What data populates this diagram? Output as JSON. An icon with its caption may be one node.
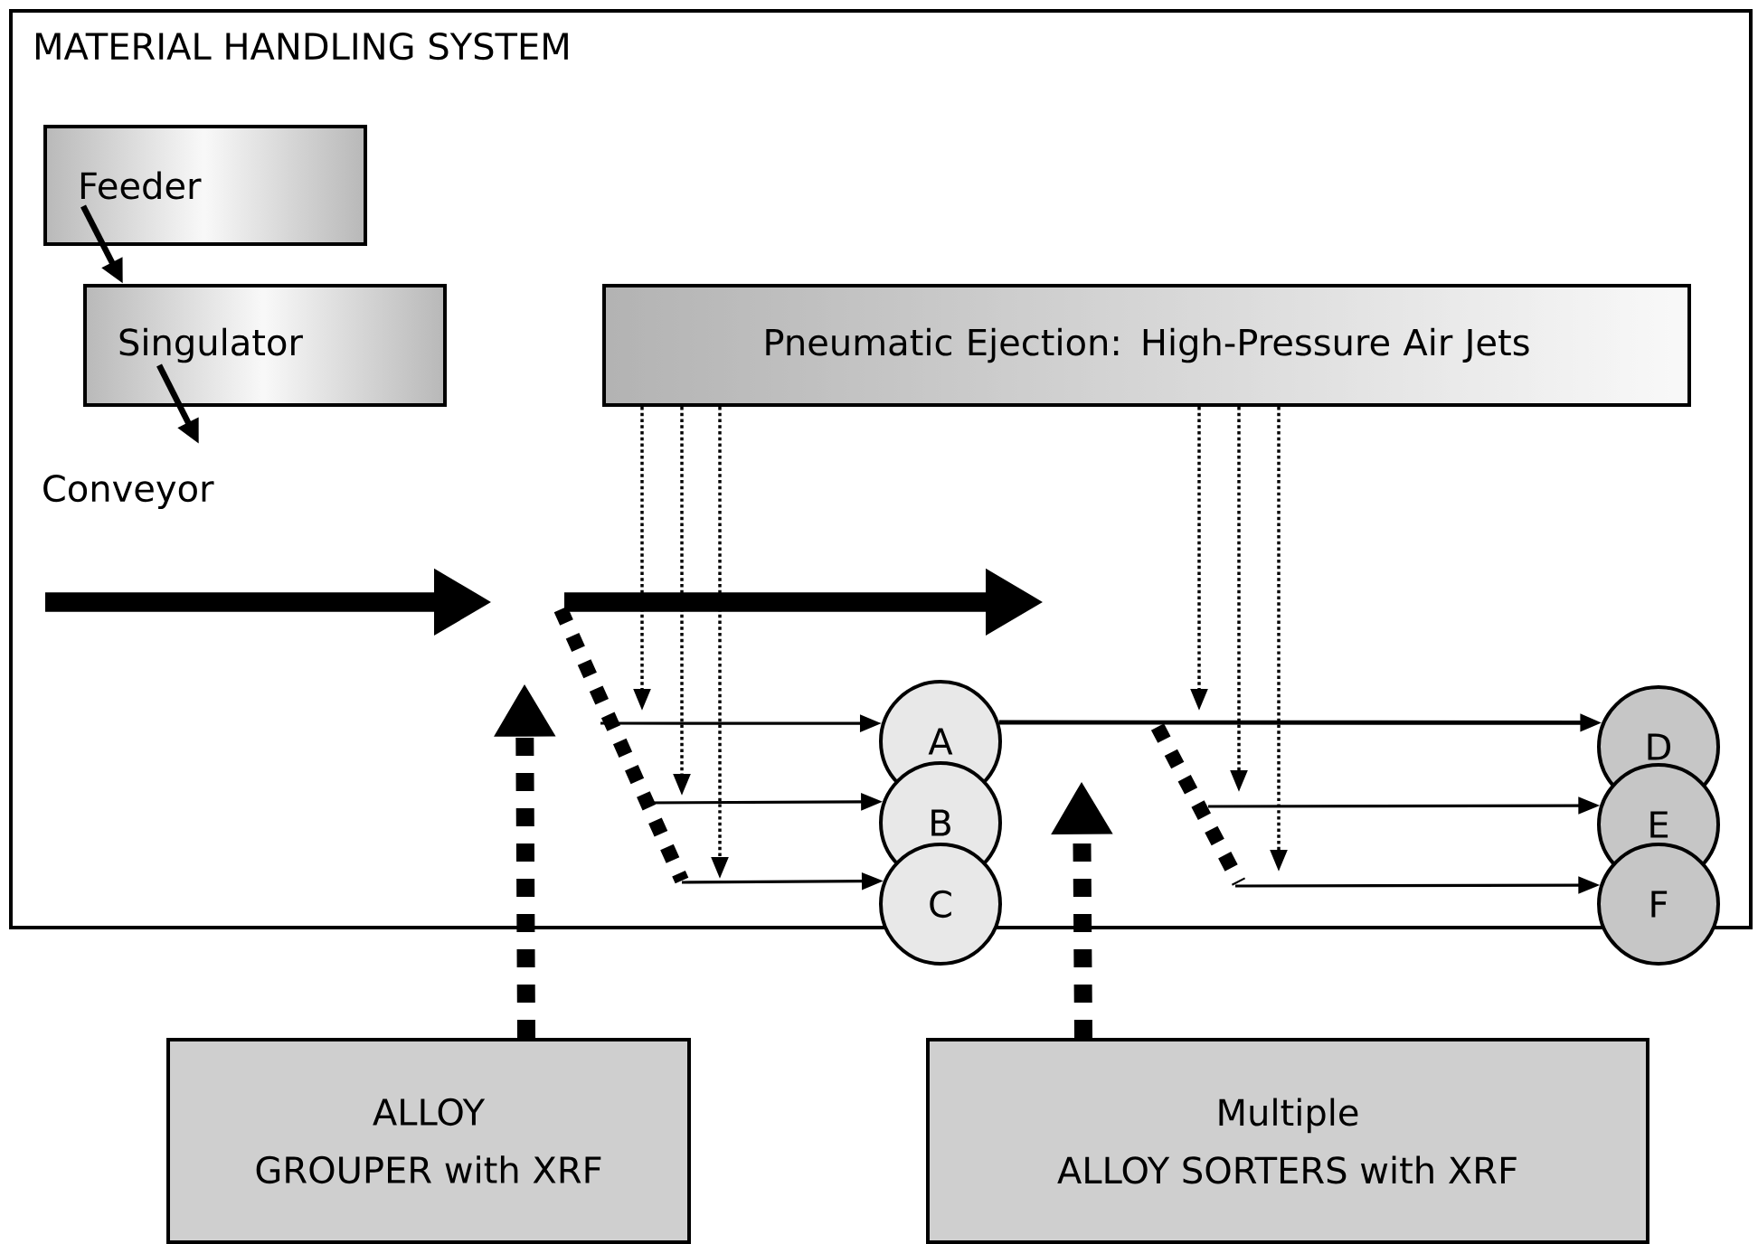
{
  "diagram": {
    "nodes": [
      {
        "text": [
          "MATERIAL HANDLING SYSTEM"
        ]
      },
      {
        "text": [
          "Feeder"
        ],
        "in": 0
      },
      {
        "text": [
          "Singulator"
        ],
        "in": 0
      },
      {
        "text": [
          "Conveyor"
        ],
        "in": 0
      },
      {
        "text": [
          "Pneumatic Ejection: High-Pressure Air Jets"
        ],
        "in": 0
      },
      {
        "text": [
          "A"
        ],
        "in": 0
      },
      {
        "text": [
          "B"
        ],
        "in": 0
      },
      {
        "text": [
          "C"
        ]
      },
      {
        "text": [
          "D"
        ],
        "in": 0
      },
      {
        "text": [
          "E"
        ],
        "in": 0
      },
      {
        "text": [
          "F"
        ]
      },
      {
        "text": [
          "ALLOY GROUPER with XRF"
        ]
      },
      {
        "text": [
          "Multiple ALLOY SORTERS with XRF"
        ]
      }
    ],
    "edges": [
      {
        "from": 1,
        "to": 2,
        "arrow": "to",
        "style": "thick"
      },
      {
        "from": 2,
        "to": 3,
        "arrow": "to",
        "style": "thick"
      },
      {
        "from": 4,
        "to": null,
        "arrow": "to",
        "style": "dashed"
      },
      {
        "from": 4,
        "to": null,
        "arrow": "to",
        "style": "dashed"
      },
      {
        "from": 4,
        "to": null,
        "arrow": "to",
        "style": "dashed"
      },
      {
        "from": 4,
        "to": null,
        "arrow": "to",
        "style": "dashed"
      },
      {
        "from": 4,
        "to": null,
        "arrow": "to",
        "style": "dashed"
      },
      {
        "from": 4,
        "to": null,
        "arrow": "to",
        "style": "dashed"
      },
      {
        "from": null,
        "to": 5,
        "arrow": "to"
      },
      {
        "from": null,
        "to": 6,
        "arrow": "to"
      },
      {
        "from": null,
        "to": 7,
        "arrow": "to"
      },
      {
        "from": 5,
        "to": 8,
        "arrow": "to"
      },
      {
        "from": null,
        "to": 9,
        "arrow": "to"
      },
      {
        "from": null,
        "to": 10,
        "arrow": "to"
      },
      {
        "from": 11,
        "to": null,
        "arrow": "to",
        "style": "dashed"
      },
      {
        "from": 12,
        "to": null,
        "arrow": "to",
        "style": "dashed"
      }
    ]
  }
}
